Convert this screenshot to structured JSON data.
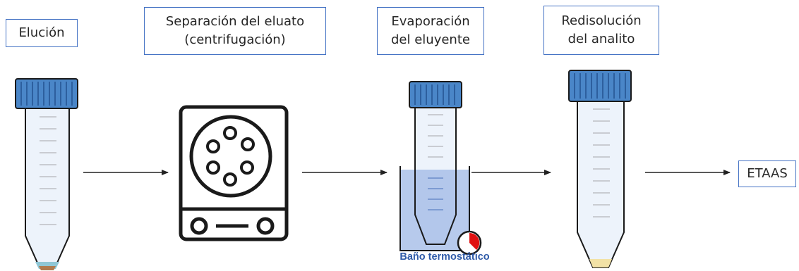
{
  "steps": {
    "elution": {
      "label": "Elución"
    },
    "separation": {
      "line1": "Separación del eluato",
      "line2": "(centrifugación)"
    },
    "evaporation": {
      "line1": "Evaporación",
      "line2": "del eluyente"
    },
    "redissolution": {
      "line1": "Redisolución",
      "line2": "del analito"
    },
    "final": {
      "label": "ETAAS"
    }
  },
  "bath": {
    "caption": "Baño termostático"
  },
  "colors": {
    "box_border": "#4472c4",
    "cap_blue": "#4a86c8",
    "tube_fill": "#edf3fb",
    "bath_water": "#9fb8e6",
    "arrow": "#222222",
    "caption": "#2e5aa8",
    "timer_red": "#e01010"
  },
  "icons": [
    "tube-icon",
    "centrifuge-icon",
    "water-bath-icon",
    "timer-icon",
    "arrow-icon"
  ]
}
